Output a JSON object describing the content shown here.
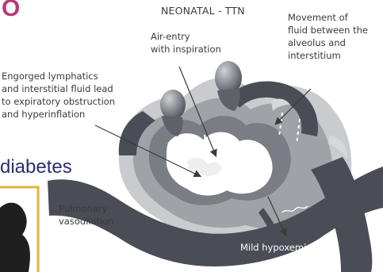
{
  "fragments": {
    "top_left_letter": "O",
    "left_word": "diabetes"
  },
  "diagram": {
    "title": "NEONATAL - TTN",
    "labels": {
      "air_entry": "Air-entry\nwith inspiration",
      "movement": "Movement of\nfluid between the\nalveolus and\ninterstitium",
      "lymphatics": "Engorged lymphatics\nand interstitial fluid lead\nto expiratory obstruction\nand hyperinflation",
      "pulmonary": "Pulmonary\nvasodilation",
      "mild_hypoxemia": "Mild hypoxemia"
    }
  },
  "colors": {
    "vessel": "#4a4d55",
    "vessel_light": "#8a8d93",
    "fluid_gray": "#b6b8bc",
    "accent_magenta": "#b73a78",
    "accent_navy": "#2a2f6e",
    "frame_gold": "#e2b33a"
  }
}
